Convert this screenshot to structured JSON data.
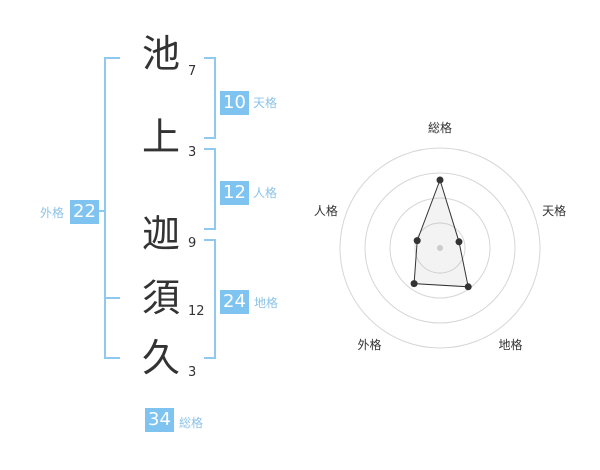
{
  "name_chars": [
    {
      "char": "池",
      "strokes": "7"
    },
    {
      "char": "上",
      "strokes": "3"
    },
    {
      "char": "迦",
      "strokes": "9"
    },
    {
      "char": "須",
      "strokes": "12"
    },
    {
      "char": "久",
      "strokes": "3"
    }
  ],
  "fortunes": {
    "tenkaku": {
      "value": "10",
      "label": "天格"
    },
    "jinkaku": {
      "value": "12",
      "label": "人格"
    },
    "chikaku": {
      "value": "24",
      "label": "地格"
    },
    "gaikaku": {
      "value": "22",
      "label": "外格"
    },
    "soukaku": {
      "value": "34",
      "label": "総格"
    }
  },
  "accent_color": "#7fc3f0",
  "chart_data": {
    "type": "radar",
    "axes": [
      "総格",
      "天格",
      "地格",
      "外格",
      "人格"
    ],
    "values": [
      34,
      10,
      24,
      22,
      12
    ],
    "rings": 4,
    "grid": true
  }
}
